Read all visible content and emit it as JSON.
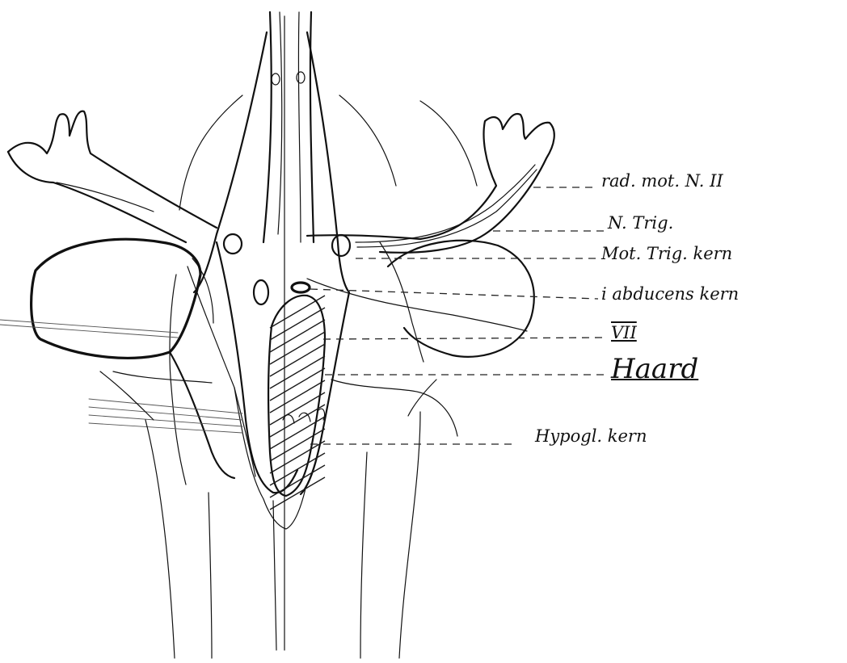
{
  "figure": {
    "labels": [
      {
        "key": "rad_mot",
        "text": "rad. mot. N. II"
      },
      {
        "key": "n_trig",
        "text": "N. Trig."
      },
      {
        "key": "mot_trig_kern",
        "text": "Mot. Trig. kern"
      },
      {
        "key": "abducens_kern",
        "text": "i abducens kern"
      },
      {
        "key": "vii",
        "text": "VII"
      },
      {
        "key": "haard",
        "text": "Haard"
      },
      {
        "key": "hypogl_kern",
        "text": "Hypogl. kern"
      }
    ]
  }
}
